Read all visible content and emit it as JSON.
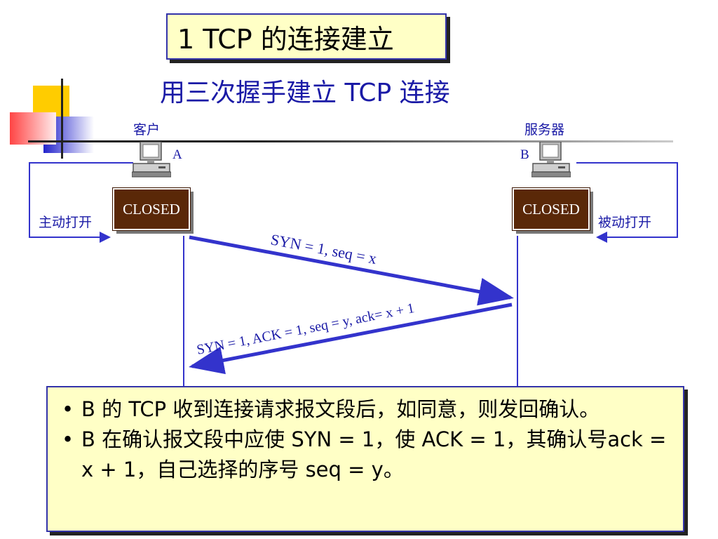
{
  "title": "1  TCP 的连接建立",
  "subtitle": "用三次握手建立 TCP 连接",
  "client": {
    "role": "客户",
    "host": "A",
    "state": "CLOSED",
    "action": "主动打开"
  },
  "server": {
    "role": "服务器",
    "host": "B",
    "state": "CLOSED",
    "action": "被动打开"
  },
  "messages": {
    "syn": "SYN = 1, seq = x",
    "syn_ack": "SYN = 1, ACK = 1, seq = y, ack= x + 1"
  },
  "notes": [
    "B 的 TCP 收到连接请求报文段后，如同意，则发回确认。",
    "B 在确认报文段中应使 SYN = 1，使 ACK = 1，其确认号ack = x + 1，自己选择的序号 seq = y。"
  ],
  "colors": {
    "arrow": "#3333cc",
    "box_fill": "#ffffc6",
    "closed_fill": "#5a2808",
    "text_blue": "#1a1aa6"
  },
  "icons": [
    "computer-icon"
  ]
}
